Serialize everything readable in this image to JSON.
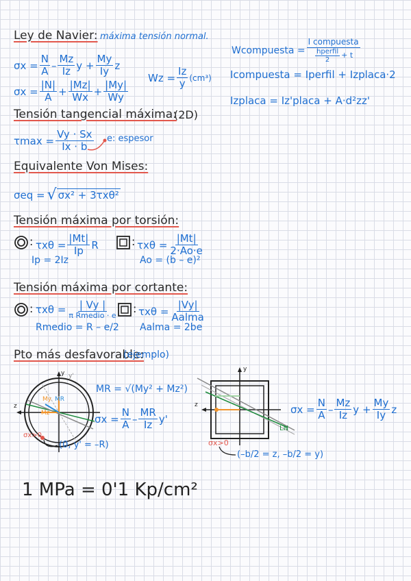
{
  "headings": {
    "navier": "Ley de Navier:",
    "navier_sub": "máxima tensión normal.",
    "tangencial": "Tensión tangencial máxima:",
    "tangencial_2d": "(2D)",
    "von_mises": "Equivalente Von Mises:",
    "torsion": "Tensión máxima por torsión:",
    "cortante": "Tensión máxima por cortante:",
    "desfavorable": "Pto más desfavorable:",
    "ejemplo": "(ejemplo)"
  },
  "navier": {
    "sx1": {
      "lhs": "σx =",
      "n": "N",
      "a": "A",
      "minus": "–",
      "mz": "Mz",
      "iz": "Iz",
      "y": "y +",
      "my": "My",
      "iy": "Iy",
      "z": "z"
    },
    "sx2": {
      "lhs": "σx =",
      "n": "|N|",
      "a": "A",
      "plus1": "+",
      "mz": "|Mz|",
      "wx": "Wx",
      "plus2": "+",
      "my": "|My|",
      "wy": "Wy"
    },
    "wz": {
      "lhs": "Wz =",
      "num": "Iz",
      "den": "y",
      "unit": "(cm³)"
    },
    "wcomp": {
      "lhs": "Wcompuesta =",
      "num": "I compuesta",
      "den_num": "hperfil",
      "den_den": "2",
      "den_tail": "+ t"
    },
    "icomp": "Icompuesta = Iperfil + Izplaca·2",
    "izplaca": "Izplaca = Iz'placa + A·d²zz'"
  },
  "tangencial": {
    "lhs": "τmax =",
    "num": "Vy · Sx",
    "den": "Ix · b",
    "note": "e: espesor"
  },
  "vonmises": {
    "lhs": "σeq =",
    "rad": "σx² + 3τxθ²"
  },
  "torsion": {
    "circ": {
      "lhs": "τxθ =",
      "num": "|Mt|",
      "den": "Ip",
      "tail": "R",
      "sub": "Ip = 2Iz"
    },
    "rect": {
      "lhs": "τxθ =",
      "num": "|Mt|",
      "den": "2·Ao·e",
      "sub": "Ao = (b – e)²"
    }
  },
  "cortante": {
    "circ": {
      "lhs": "τxθ =",
      "num": "| Vy |",
      "den": "π Rmedio · e",
      "sub": "Rmedio = R – e/2"
    },
    "rect": {
      "lhs": "τxθ =",
      "num": "|Vy|",
      "den": "Aalma",
      "sub": "Aalma = 2be"
    }
  },
  "ejemplo": {
    "mr": "MR = √(My² + Mz²)",
    "sx_circ": {
      "lhs": "σx =",
      "n": "N",
      "a": "A",
      "minus": "–",
      "num": "MR",
      "den": "Iz",
      "tail": "y'"
    },
    "sx_rect": {
      "lhs": "σx =",
      "n": "N",
      "a": "A",
      "minus": "–",
      "mz": "Mz",
      "iz": "Iz",
      "y": "y +",
      "my": "My",
      "iy": "Iy",
      "z": "z"
    },
    "circ_labels": {
      "y": "y",
      "yp": "y'",
      "z": "z",
      "my": "My",
      "mz": "Mz",
      "mr": "MR",
      "sx": "σx>0",
      "point": "(0, y' = –R)"
    },
    "rect_labels": {
      "y": "y",
      "z": "z",
      "ln": "LN",
      "sx": "σx>0",
      "point": "(–b/2 = z, –b/2 = y)"
    }
  },
  "conversion": "1 MPa = 0'1 Kp/cm²",
  "colors": {
    "blue": "#1f6fd1",
    "red": "#e2574c",
    "green": "#1c8a3c",
    "orange": "#f0932b",
    "ink": "#222222"
  }
}
